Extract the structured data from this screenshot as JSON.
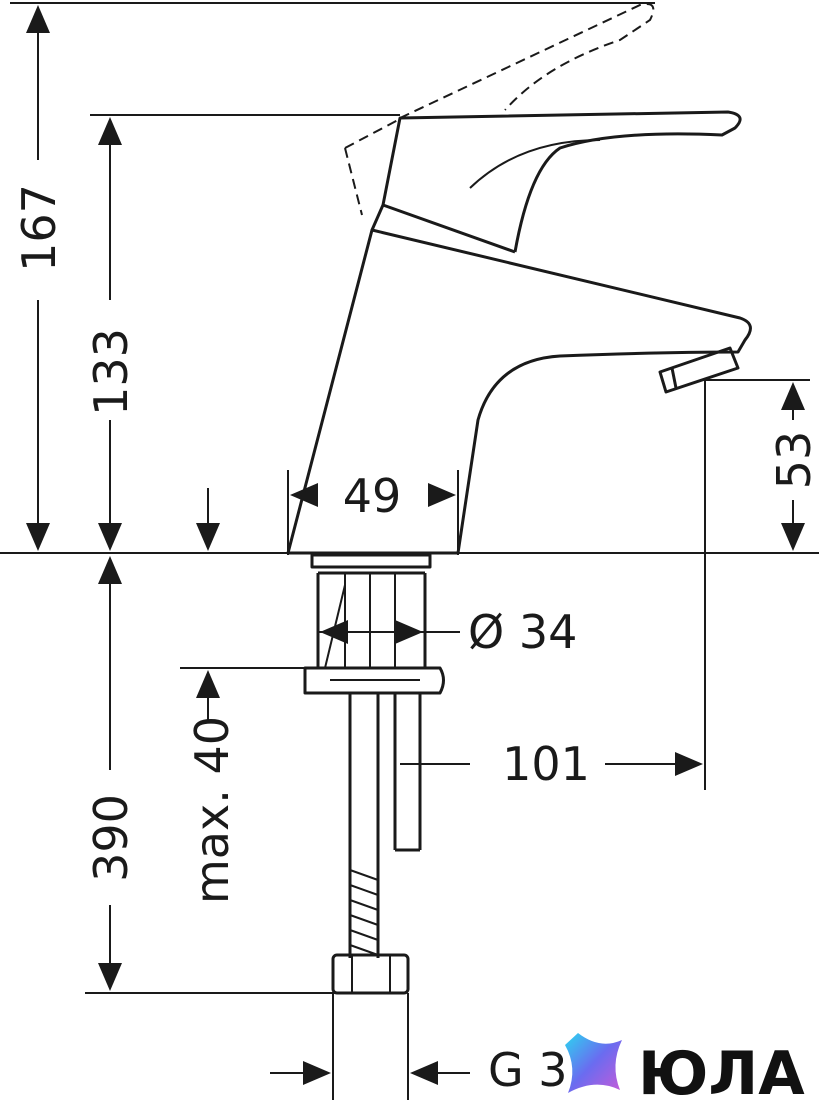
{
  "dimensions": {
    "total_height": "167",
    "lever_height": "133",
    "spout_height": "53",
    "base_width": "49",
    "shank_diameter": "Ø 34",
    "spout_reach": "101",
    "max_thickness": "max. 40",
    "hose_length": "390",
    "connection": "G 3"
  },
  "logo": {
    "text": "ЮЛА"
  }
}
